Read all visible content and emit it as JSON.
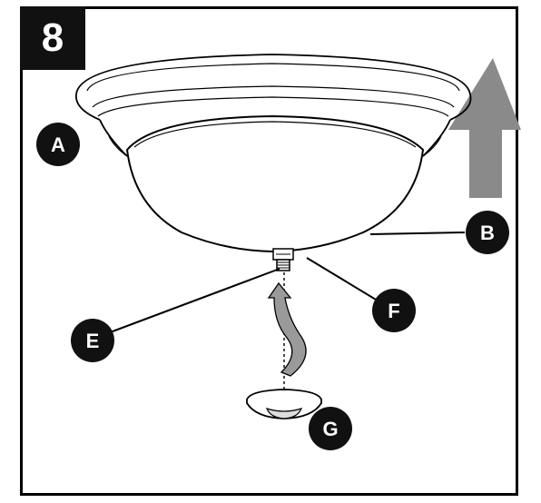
{
  "step": {
    "number": "8"
  },
  "callouts": {
    "a": "A",
    "b": "B",
    "e": "E",
    "f": "F",
    "g": "G"
  },
  "colors": {
    "outline": "#000000",
    "arrow_fill": "#8a8a8a",
    "twist_arrow_fill": "#9a9a9a",
    "callout_fill": "#111111"
  }
}
